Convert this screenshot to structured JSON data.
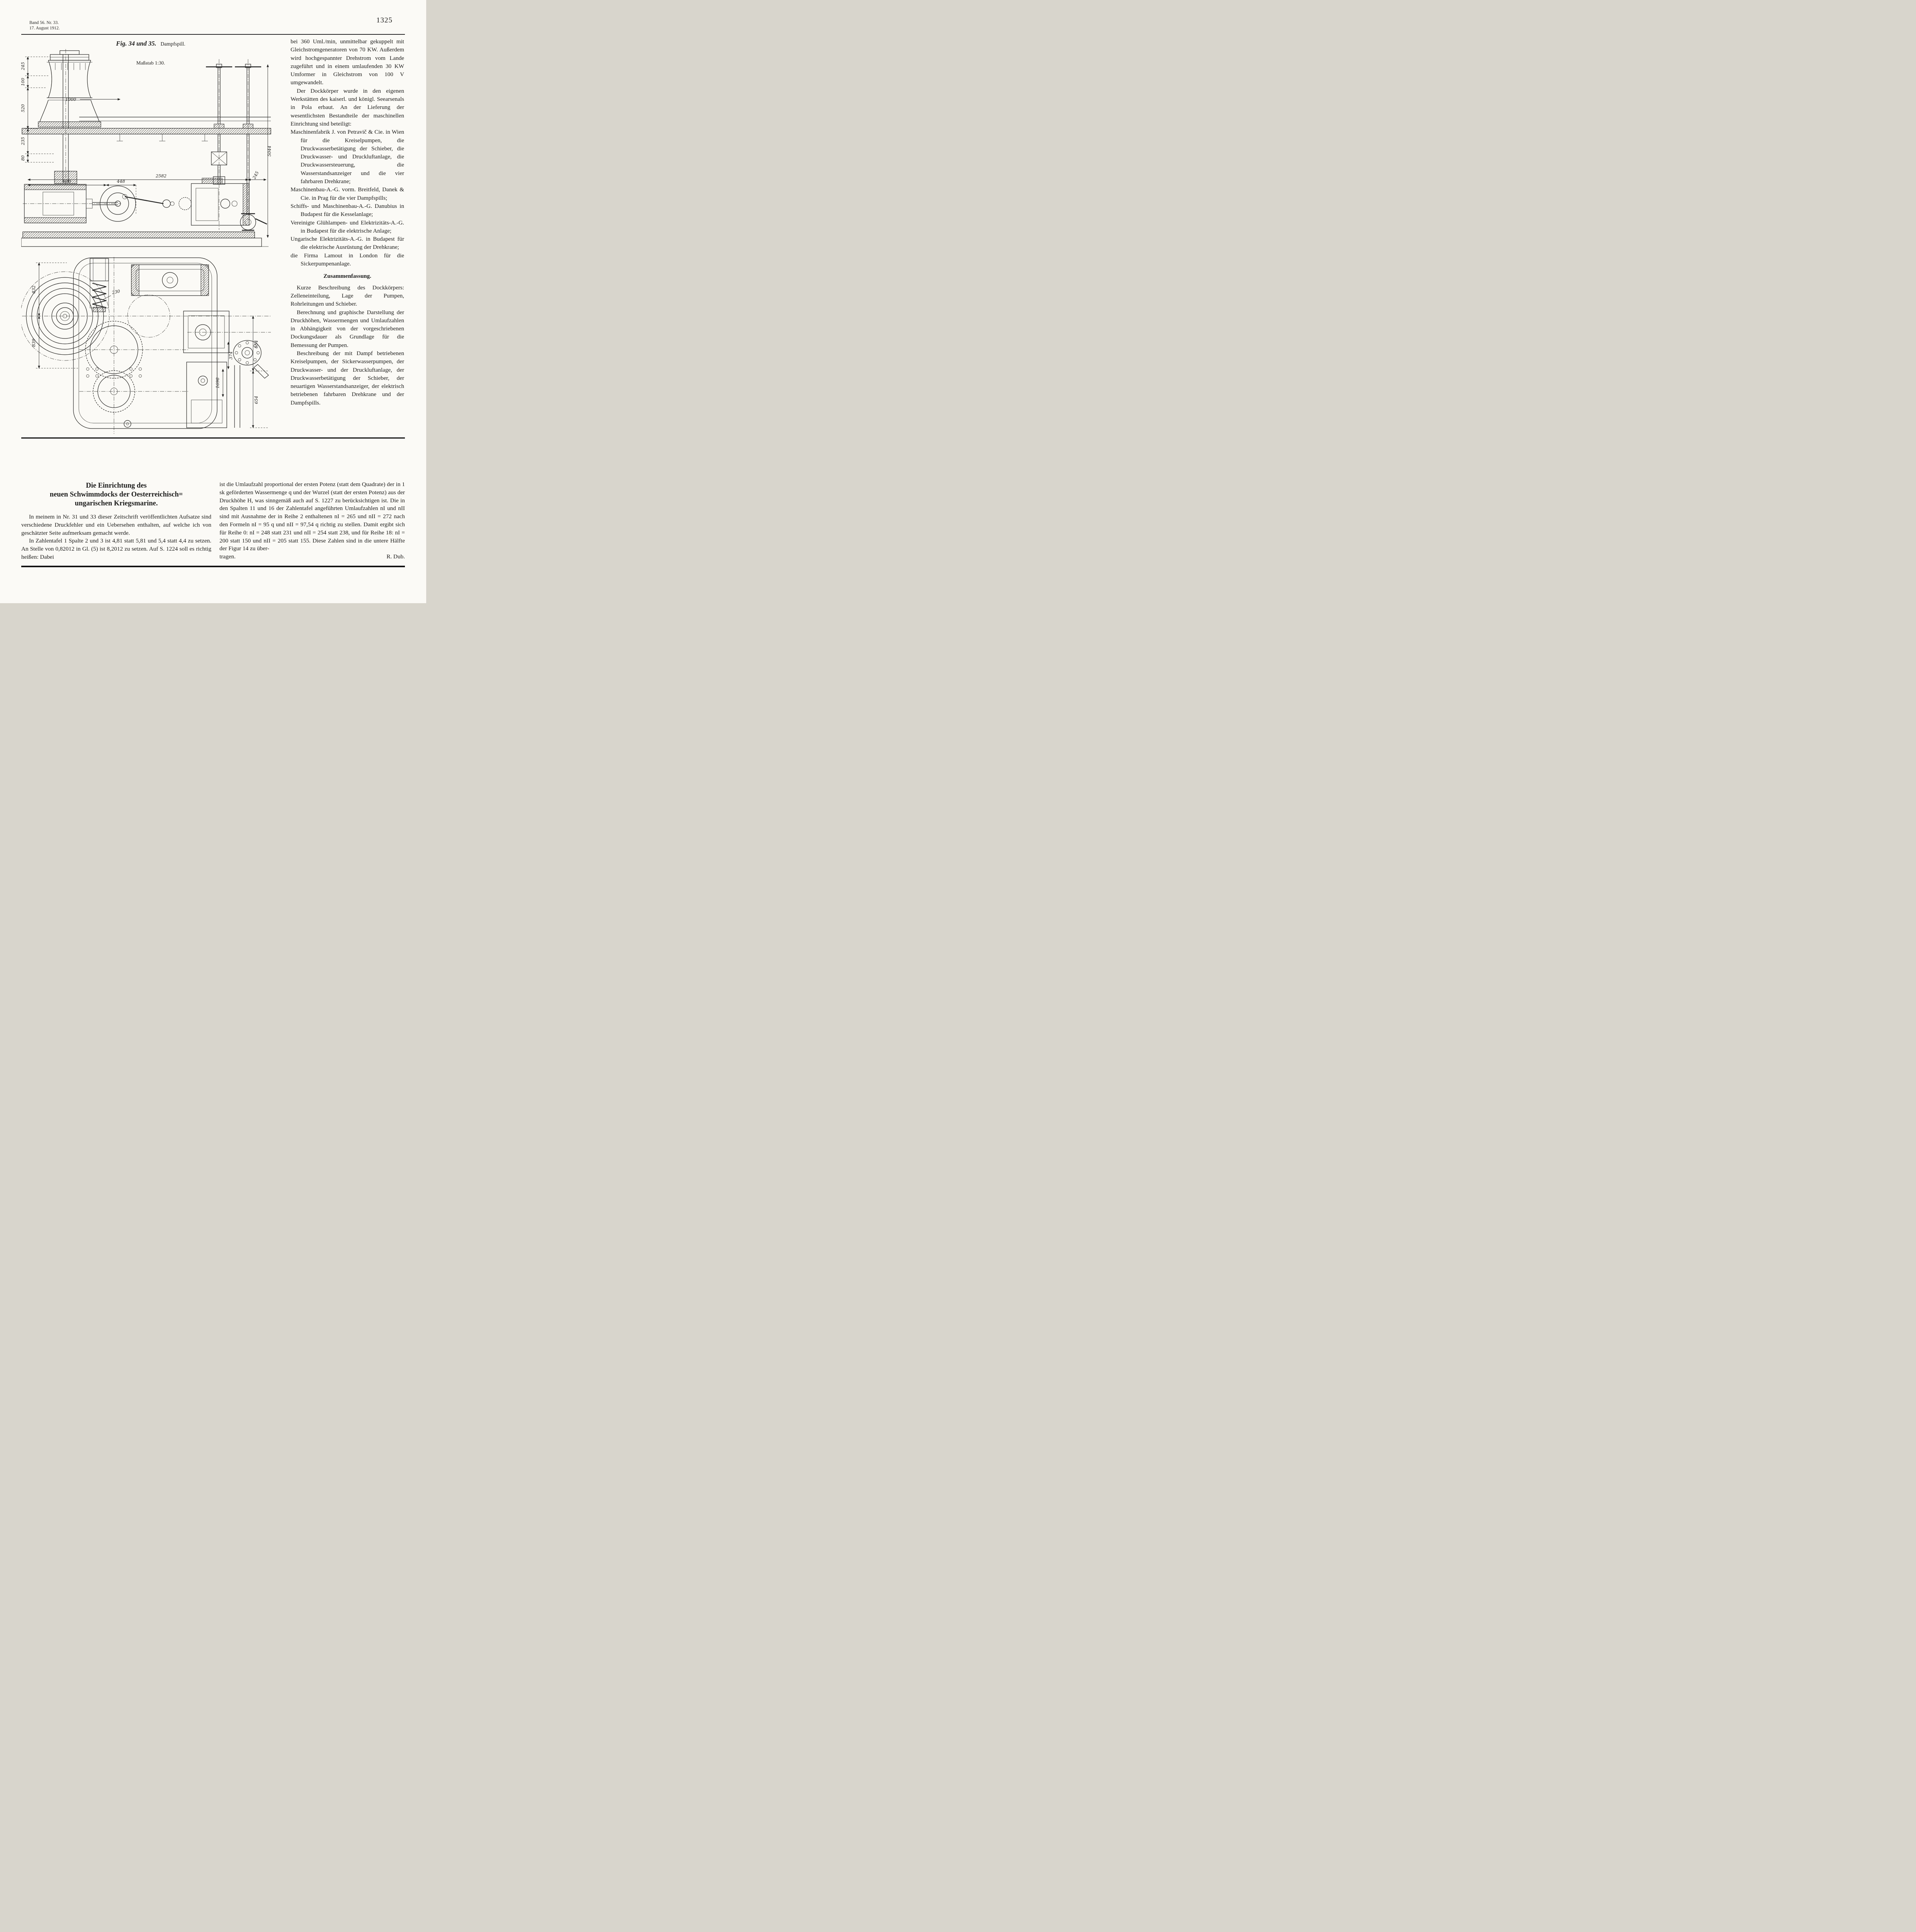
{
  "page": {
    "volume_line": "Band 56.  Nr. 33.",
    "date_line": "17. August 1912.",
    "page_number": "1325"
  },
  "figure": {
    "fig_label": "Fig. 34 und 35.",
    "fig_title": "Dampfspill.",
    "scale_note": "Maßstab 1:30.",
    "dims": {
      "v245": "245",
      "v100": "100",
      "v520": "520",
      "v235": "235",
      "v80": "80",
      "v1000": "1000",
      "v2582": "2582",
      "v245b": "245",
      "v600": "600",
      "v448": "448",
      "v5044": "5044",
      "v832": "832",
      "v839": "839",
      "v230": "230",
      "v374": "374",
      "v1698": "1698",
      "v654a": "654",
      "v654b": "654"
    }
  },
  "right_column": {
    "paragraphs": [
      {
        "text": "bei 360 Uml./min, unmittelbar gekuppelt mit Gleichstromgeneratoren von 70 KW. Außerdem wird hochgespannter Drehstrom vom Lande zugeführt und in einem umlaufenden 30 KW Umformer in Gleichstrom von 100 V umgewandelt."
      },
      {
        "text": "Der Dockkörper wurde in den eigenen Werkstätten des kaiserl. und königl. Seearsenals in Pola erbaut. An der Lieferung der wesentlichsten Bestandteile der maschinellen Einrichtung sind beteiligt:"
      }
    ],
    "supplier_list": [
      {
        "text": "Maschinenfabrik J. von Petravič & Cie. in Wien für die Kreiselpumpen, die Druckwasserbetätigung der Schieber, die Druckwasser- und Druckluftanlage, die Druckwassersteuerung, die Wasserstandsanzeiger und die vier fahrbaren Drehkrane;"
      },
      {
        "text": "Maschinenbau-A.-G. vorm. Breitfeld, Danek & Cie. in Prag für die vier Dampfspills;"
      },
      {
        "text": "Schiffs- und Maschinenbau-A.-G. Danubius in Budapest für die Kesselanlage;"
      },
      {
        "text": "Vereinigte Glühlampen- und Elektrizitäts-A.-G. in Budapest für die elektrische Anlage;"
      },
      {
        "text": "Ungarische Elektrizitäts-A.-G. in Budapest für die elektrische Ausrüstung der Drehkrane;"
      },
      {
        "text": "die Firma Lamout in London für die Sickerpumpenanlage."
      }
    ],
    "summary_heading": "Zusammenfassung.",
    "summary_paragraphs": [
      {
        "text": "Kurze Beschreibung des Dockkörpers: Zelleneinteilung, Lage der Pumpen, Rohrleitungen und Schieber."
      },
      {
        "text": "Berechnung und graphische Darstellung der Druckhöhen, Wassermengen und Umlaufzahlen in Abhängigkeit von der vorgeschriebenen Dockungsdauer als Grundlage für die Bemessung der Pumpen."
      },
      {
        "text": "Beschreibung der mit Dampf betriebenen Kreiselpumpen, der Sickerwasserpumpen, der Druckwasser- und der Druckluftanlage, der Druckwasserbetätigung der Schieber, der neuartigen Wasserstandsanzeiger, der elektrisch betriebenen fahrbaren Drehkrane und der Dampfspills."
      }
    ]
  },
  "article": {
    "title_line1": "Die Einrichtung des",
    "title_line2": "neuen Schwimmdocks der Oesterreichisch=",
    "title_line3": "ungarischen Kriegsmarine.",
    "left_paragraphs": [
      {
        "text": "In meinem in Nr. 31 und 33 dieser Zeitschrift veröffentlichten Aufsatze sind verschiedene Druckfehler und ein Uebersehen enthalten, auf welche ich von geschätzter Seite aufmerksam gemacht werde."
      },
      {
        "text": "In Zahlentafel 1 Spalte 2 und 3 ist 4,81 statt 5,81 und 5,4 statt 4,4 zu setzen. An Stelle von 0,82012 in Gl. (5) ist 8,2012 zu setzen. Auf S. 1224 soll es richtig heißen: Dabei"
      }
    ],
    "right_paragraph": "ist die Umlaufzahl proportional der ersten Potenz (statt dem Quadrate) der in 1 sk geförderten Wassermenge q und der Wurzel (statt der ersten Potenz) aus der Druckhöhe H, was sinngemäß auch auf S. 1227 zu berücksichtigen ist. Die in den Spalten 11 und 16 der Zahlentafel angeführten Umlaufzahlen nI und nII sind mit Ausnahme der in Reihe 2 enthaltenen nI = 265 und nII = 272 nach den Formeln nI = 95 q und nII = 97,54 q richtig zu stellen. Damit ergibt sich für Reihe 0: nI = 248 statt 231 und nII = 254 statt 238, und für Reihe 18: nI = 200 statt 150 und nII = 205 statt 155. Diese Zahlen sind in die untere Hälfte der Figur 14 zu über-",
    "right_paragraph_tail": "tragen.",
    "signature": "R. Dub."
  }
}
